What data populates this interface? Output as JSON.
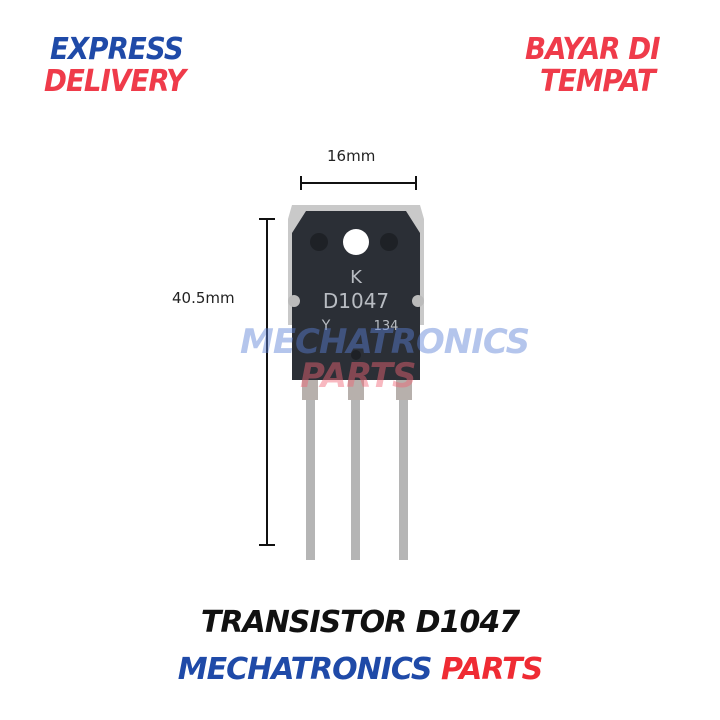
{
  "badges": {
    "top_left": {
      "line1": "EXPRESS",
      "line2": "DELIVERY"
    },
    "top_right": {
      "line1": "BAYAR DI",
      "line2": "TEMPAT"
    }
  },
  "dimensions": {
    "width": "16mm",
    "height": "40.5mm"
  },
  "product": {
    "marking_logo": "K",
    "marking_part": "D1047",
    "marking_rank": "Y",
    "marking_code": "134",
    "pin_count": 3
  },
  "watermark": {
    "line1": "MECHATRONICS",
    "line2": "PARTS"
  },
  "footer": {
    "title": "TRANSISTOR D1047",
    "brand_primary": "MECHATRONICS",
    "brand_secondary": "PARTS"
  },
  "colors": {
    "blue": "#1f4aa8",
    "red": "#ef3b4a",
    "black": "#111111"
  }
}
